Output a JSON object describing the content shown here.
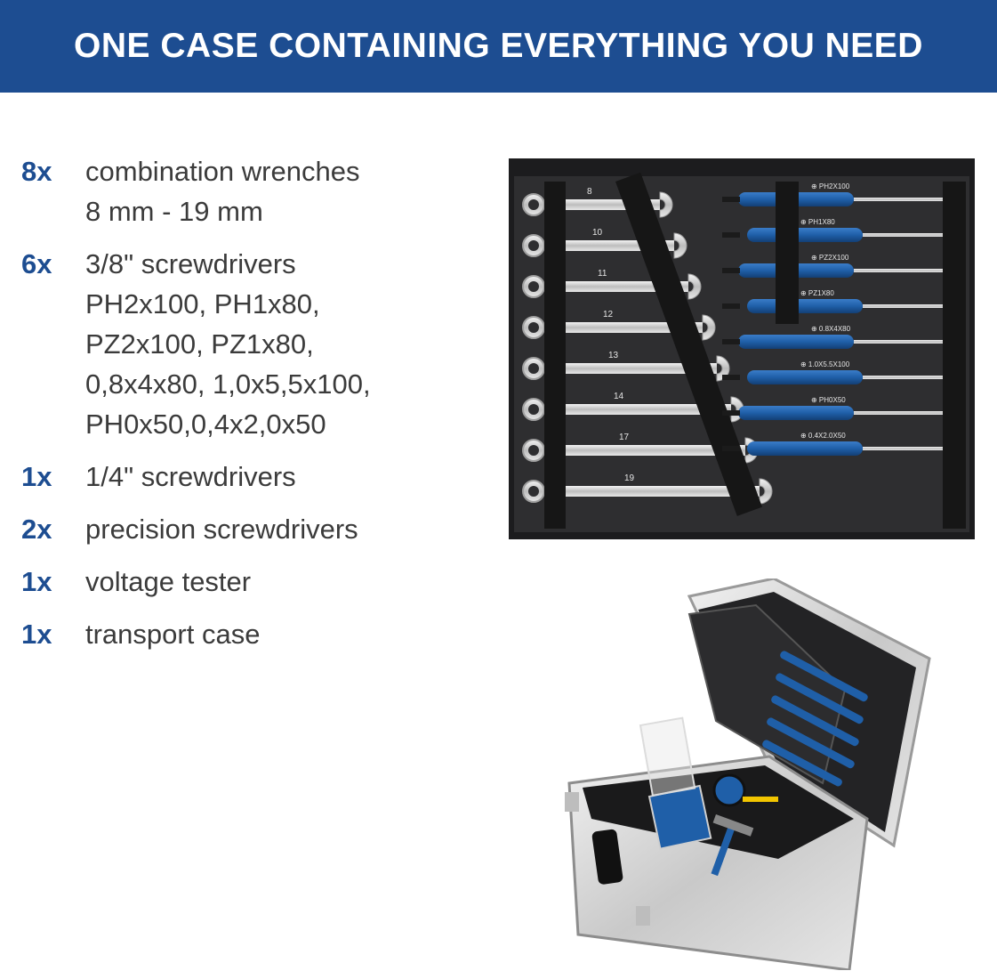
{
  "header": {
    "title": "ONE CASE CONTAINING EVERYTHING YOU NEED"
  },
  "items": [
    {
      "qty": "8x",
      "lines": [
        "combination wrenches",
        "8 mm - 19 mm"
      ]
    },
    {
      "qty": "6x",
      "lines": [
        "3/8\" screwdrivers",
        "PH2x100, PH1x80,",
        "PZ2x100, PZ1x80,",
        "0,8x4x80, 1,0x5,5x100,",
        "PH0x50,0,4x2,0x50"
      ]
    },
    {
      "qty": "1x",
      "lines": [
        "1/4\" screwdrivers"
      ]
    },
    {
      "qty": "2x",
      "lines": [
        "precision screwdrivers"
      ]
    },
    {
      "qty": "1x",
      "lines": [
        "voltage tester"
      ]
    },
    {
      "qty": "1x",
      "lines": [
        "transport case"
      ]
    }
  ],
  "tray": {
    "wrench_sizes": [
      "8",
      "10",
      "11",
      "12",
      "13",
      "14",
      "17",
      "19"
    ],
    "screwdriver_labels": [
      "PH2X100",
      "PH1X80",
      "PZ2X100",
      "PZ1X80",
      "0.8X4X80",
      "1.0X5.5X100",
      "PH0X50",
      "0.4X2.0X50"
    ]
  },
  "colors": {
    "brand_blue": "#1d4d91",
    "tray_dark": "#2a2a2c",
    "tool_blue": "#1f5fa8"
  }
}
